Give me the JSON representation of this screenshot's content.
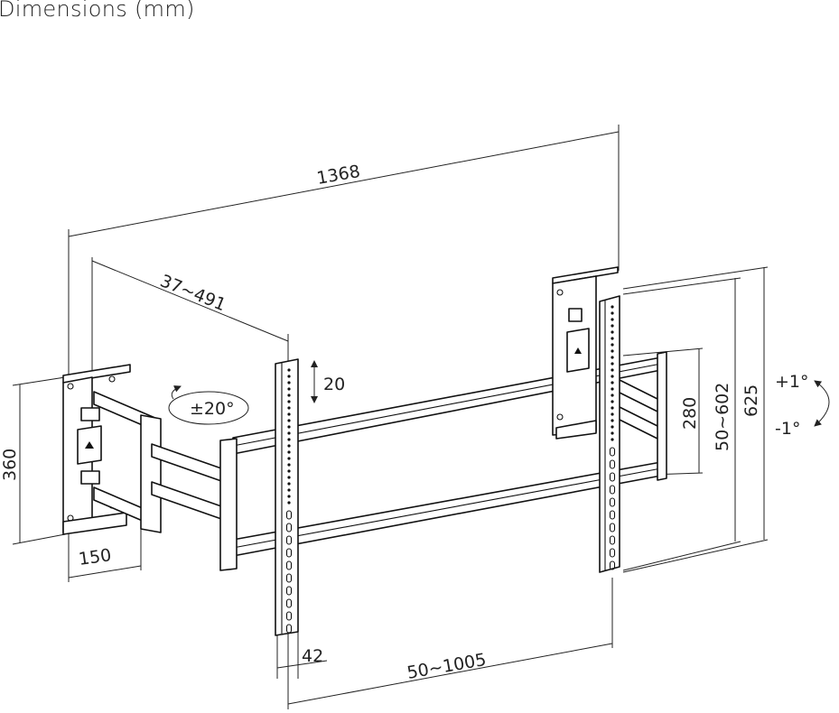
{
  "title": "Dimensions (mm)",
  "dimensions": {
    "overall_width": "1368",
    "arm_extension": "37~491",
    "rail_offset": "20",
    "swivel": "±20°",
    "tilt_up": "+1°",
    "tilt_down": "-1°",
    "arm_height": "280",
    "vesa_vertical": "50~602",
    "total_height": "625",
    "plate_height": "360",
    "plate_width": "150",
    "bracket_width": "42",
    "vesa_horizontal": "50~1005"
  },
  "colors": {
    "line": "#111111",
    "background": "#ffffff"
  }
}
